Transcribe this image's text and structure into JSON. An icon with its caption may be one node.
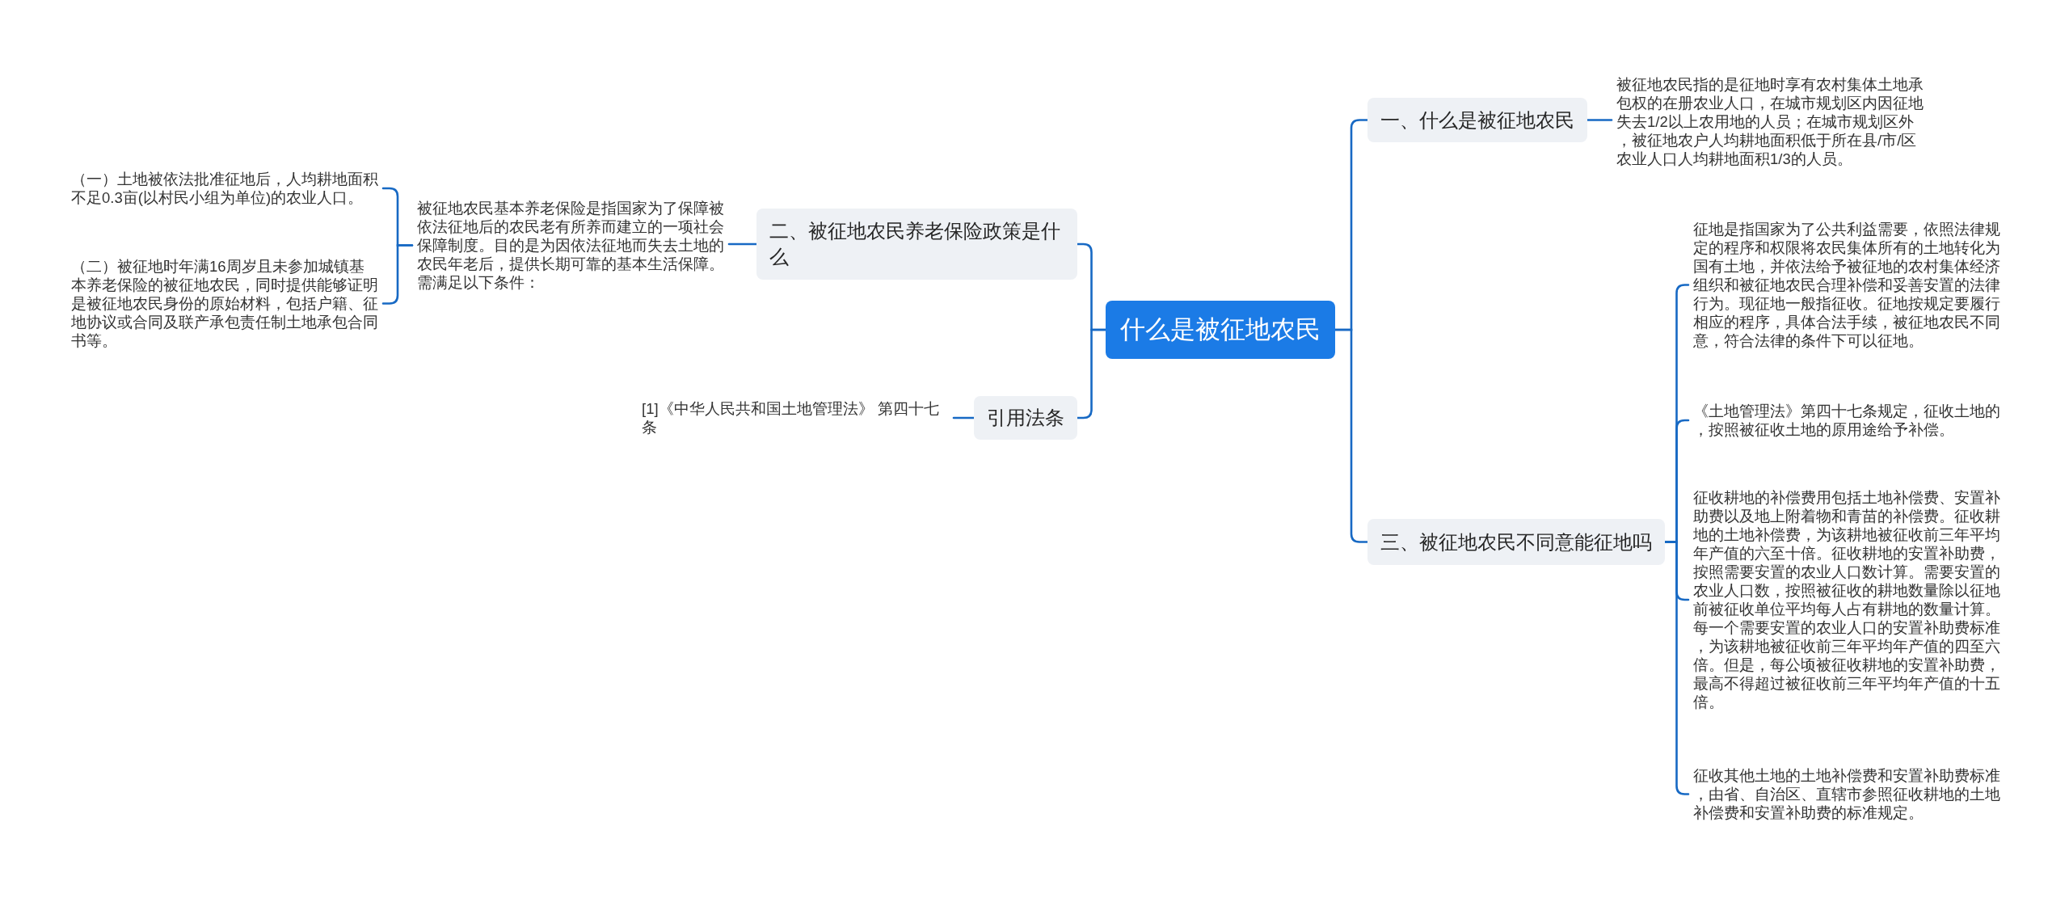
{
  "diagram": {
    "nodes": [
      {
        "text": [
          "什么是被征地农民"
        ]
      },
      {
        "text": [
          "一、什么是被征地农民"
        ]
      },
      {
        "text": [
          "被征地农民指的是征地时享有农村集体土地承包权的在册农业人口，在城市规划区内因征地失去1/2以上农用地的人员；在城市规划区外，被征地农户人均耕地面积低于所在县/市/区农业人口人均耕地面积1/3的人员。"
        ]
      },
      {
        "text": [
          "三、被征地农民不同意能征地吗"
        ]
      },
      {
        "text": [
          "征地是指国家为了公共利益需要，依照法律规定的程序和权限将农民集体所有的土地转化为国有土地，并依法给予被征地的农村集体经济组织和被征地农民合理补偿和妥善安置的法律行为。现征地一般指征收。征地按规定要履行相应的程序，具体合法手续，被征地农民不同意，符合法律的条件下可以征地。"
        ]
      },
      {
        "text": [
          "《土地管理法》第四十七条规定，征收土地的，按照被征收土地的原用途给予补偿。"
        ]
      },
      {
        "text": [
          "征收耕地的补偿费用包括土地补偿费、安置补助费以及地上附着物和青苗的补偿费。征收耕地的土地补偿费，为该耕地被征收前三年平均年产值的六至十倍。征收耕地的安置补助费，按照需要安置的农业人口数计算。需要安置的农业人口数，按照被征收的耕地数量除以征地前被征收单位平均每人占有耕地的数量计算。每一个需要安置的农业人口的安置补助费标准，为该耕地被征收前三年平均年产值的四至六倍。但是，每公顷被征收耕地的安置补助费，最高不得超过被征收前三年平均年产值的十五倍。"
        ]
      },
      {
        "text": [
          "征收其他土地的土地补偿费和安置补助费标准，由省、自治区、直辖市参照征收耕地的土地补偿费和安置补助费的标准规定。"
        ]
      },
      {
        "text": [
          "二、被征地农民养老保险政策是什么"
        ]
      },
      {
        "text": [
          "被征地农民基本养老保险是指国家为了保障被依法征地后的农民老有所养而建立的一项社会保障制度。目的是为因依法征地而失去土地的农民年老后，提供长期可靠的基本生活保障。需满足以下条件："
        ]
      },
      {
        "text": [
          "（一）土地被依法批准征地后，人均耕地面积不足0.3亩(以村民小组为单位)的农业人口。"
        ]
      },
      {
        "text": [
          "（二）被征地时年满16周岁且未参加城镇基本养老保险的被征地农民，同时提供能够证明是被征地农民身份的原始材料，包括户籍、征地协议或合同及联产承包责任制土地承包合同书等。"
        ]
      },
      {
        "text": [
          "引用法条"
        ]
      },
      {
        "text": [
          "[1]《中华人民共和国土地管理法》 第四十七条"
        ]
      }
    ],
    "edges": [
      {
        "from": 0,
        "to": 1,
        "arrow": "none"
      },
      {
        "from": 1,
        "to": 2,
        "arrow": "none"
      },
      {
        "from": 0,
        "to": 3,
        "arrow": "none"
      },
      {
        "from": 3,
        "to": 4,
        "arrow": "none"
      },
      {
        "from": 3,
        "to": 5,
        "arrow": "none"
      },
      {
        "from": 3,
        "to": 6,
        "arrow": "none"
      },
      {
        "from": 3,
        "to": 7,
        "arrow": "none"
      },
      {
        "from": 0,
        "to": 8,
        "arrow": "none"
      },
      {
        "from": 8,
        "to": 9,
        "arrow": "none"
      },
      {
        "from": 9,
        "to": 10,
        "arrow": "none"
      },
      {
        "from": 9,
        "to": 11,
        "arrow": "none"
      },
      {
        "from": 0,
        "to": 12,
        "arrow": "none"
      },
      {
        "from": 12,
        "to": 13,
        "arrow": "none"
      }
    ]
  }
}
